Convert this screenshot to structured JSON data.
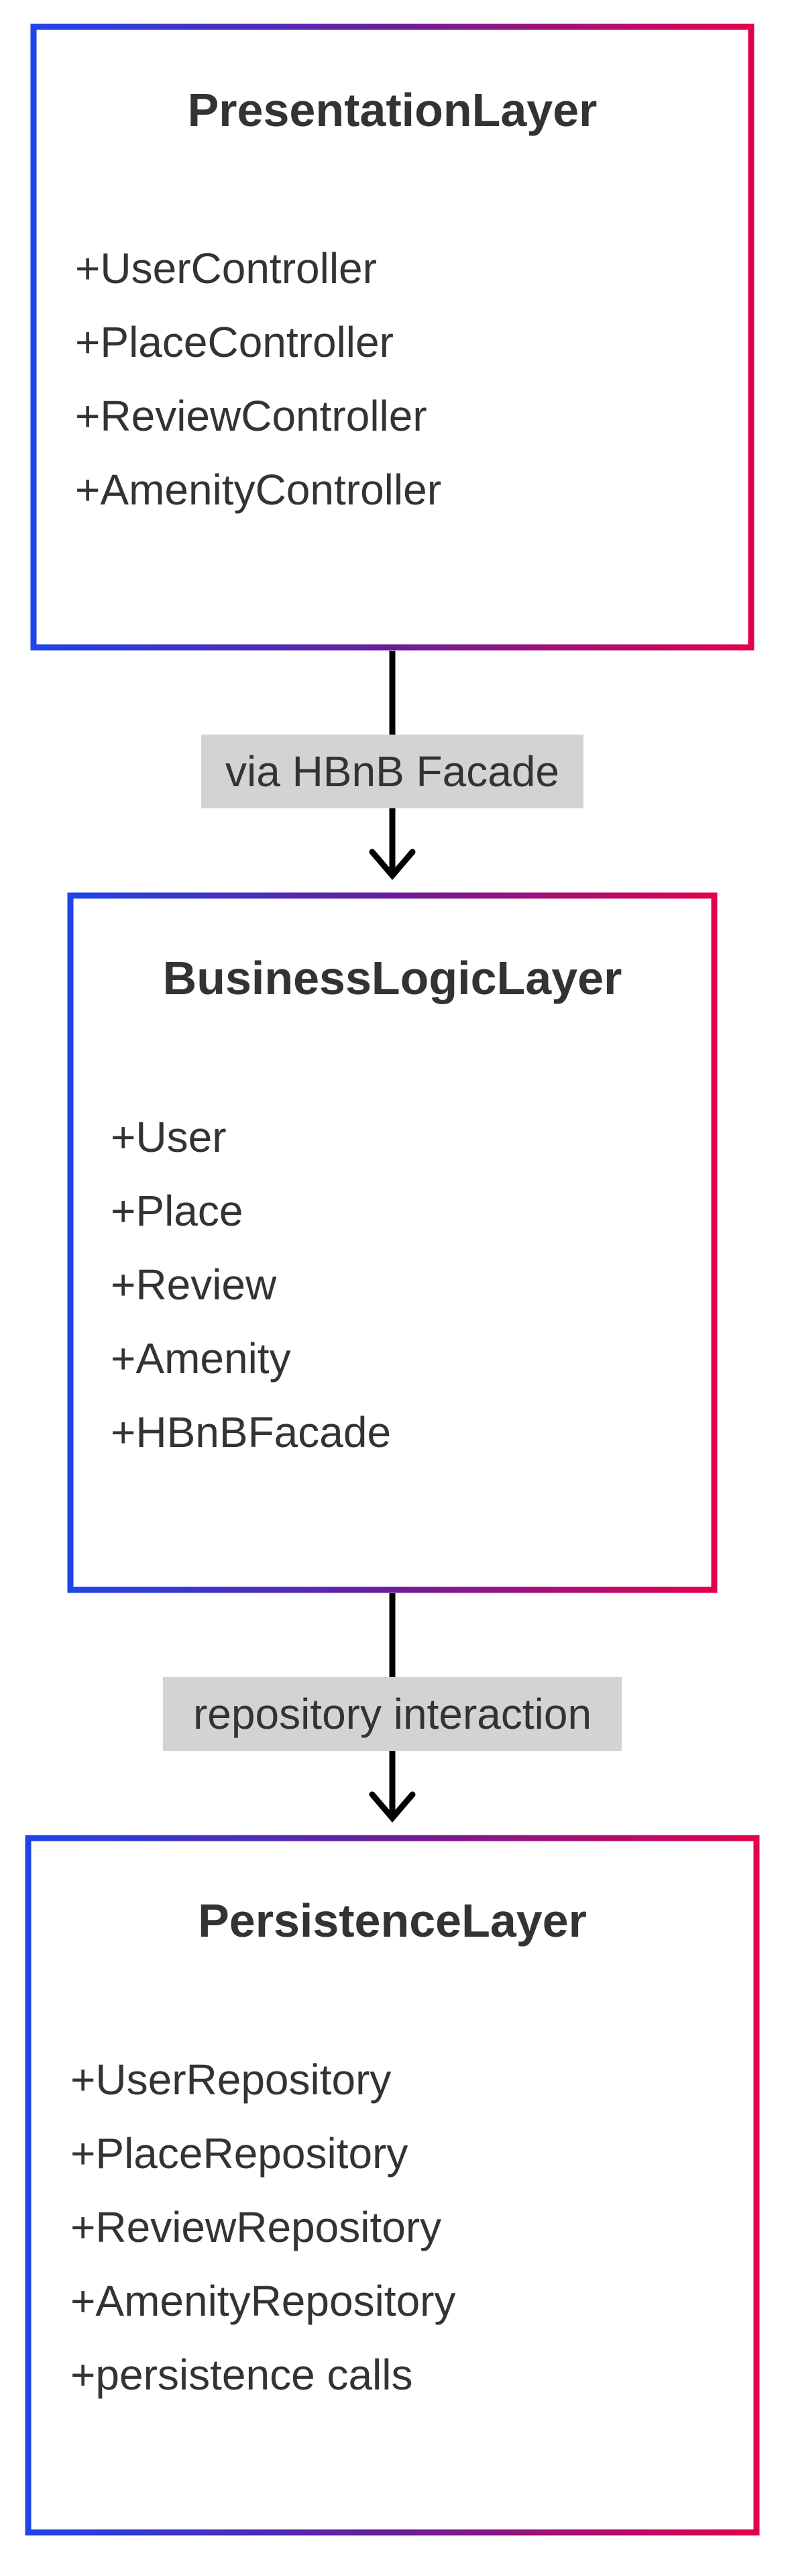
{
  "colors": {
    "gradient_start": "#1f44e8",
    "gradient_mid": "#6a1e9a",
    "gradient_end": "#e3004f",
    "text": "#333333",
    "edge": "#000000",
    "edge_label_bg": "#d3d3d3",
    "background": "#ffffff"
  },
  "classes": [
    {
      "title": "PresentationLayer",
      "members": [
        "+UserController",
        "+PlaceController",
        "+ReviewController",
        "+AmenityController"
      ]
    },
    {
      "title": "BusinessLogicLayer",
      "members": [
        "+User",
        "+Place",
        "+Review",
        "+Amenity",
        "+HBnBFacade"
      ]
    },
    {
      "title": "PersistenceLayer",
      "members": [
        "+UserRepository",
        "+PlaceRepository",
        "+ReviewRepository",
        "+AmenityRepository",
        "+persistence calls"
      ]
    }
  ],
  "relations": [
    {
      "label": "via HBnB Facade"
    },
    {
      "label": "repository interaction"
    }
  ]
}
